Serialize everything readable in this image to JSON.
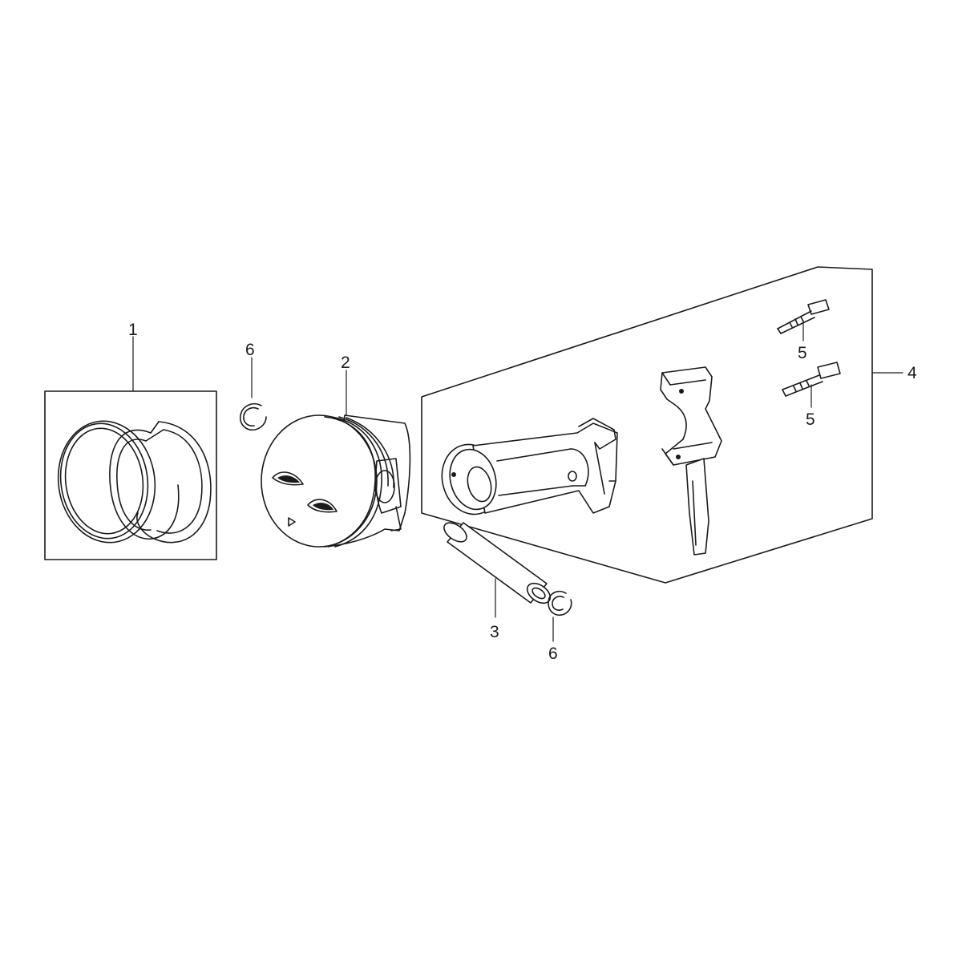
{
  "labels": {
    "piston_rings": "1",
    "piston": "2",
    "piston_pin": "3",
    "connecting_rod_set": "4",
    "rod_bolt_upper": "5",
    "rod_bolt_lower": "5",
    "pin_clip_upper": "6",
    "pin_clip_lower": "6"
  },
  "colors": {
    "line": "#1a1a1a",
    "background": "#ffffff"
  }
}
